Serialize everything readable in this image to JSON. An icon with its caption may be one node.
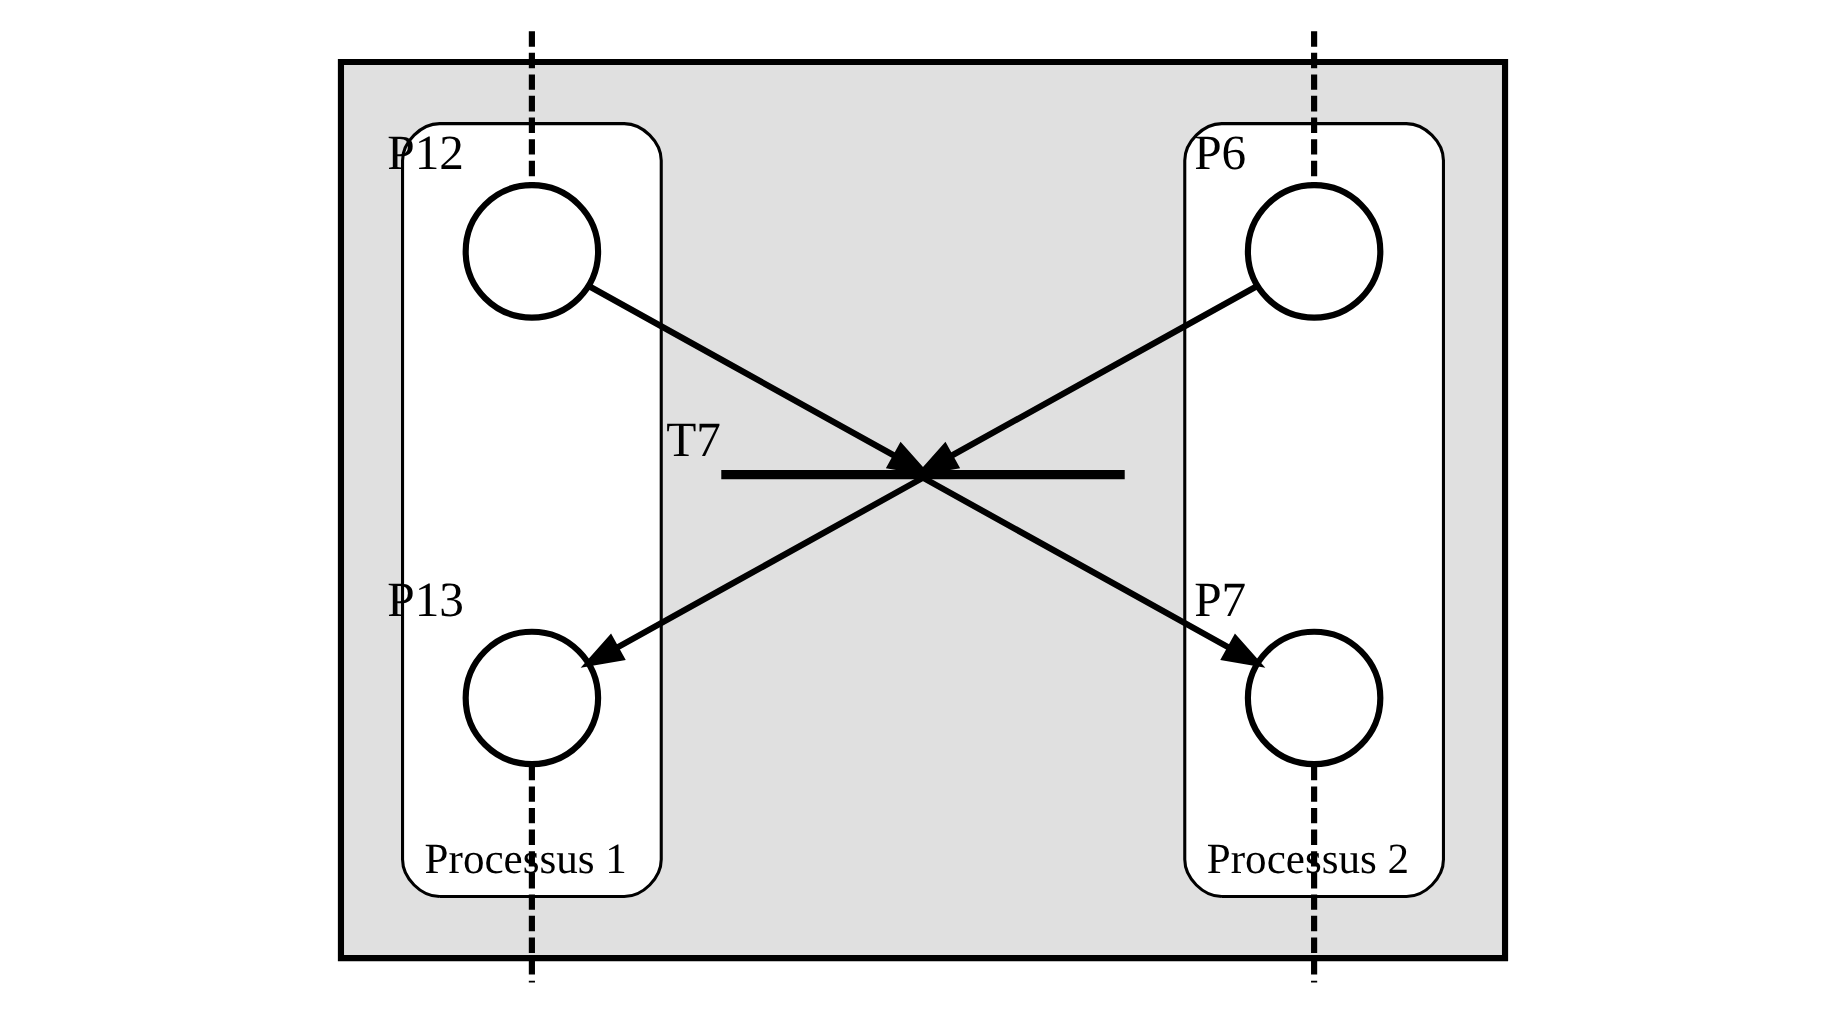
{
  "diagram": {
    "nodes": [
      {
        "text": [],
        "shape": "box"
      },
      {
        "text": [
          "Processus 1"
        ],
        "in": 0
      },
      {
        "text": [
          "Processus 2"
        ],
        "in": 0
      },
      {
        "text": [],
        "shape": "circle",
        "beside": [
          "P12"
        ],
        "in": 1
      },
      {
        "text": [],
        "shape": "circle",
        "beside": [
          "P13"
        ],
        "in": 1
      },
      {
        "text": [],
        "shape": "circle",
        "beside": [
          "P6"
        ],
        "in": 2
      },
      {
        "text": [],
        "shape": "circle",
        "beside": [
          "P7"
        ],
        "in": 2
      },
      {
        "text": [],
        "shape": "bar",
        "beside": [
          "T7"
        ],
        "in": 0
      }
    ],
    "edges": [
      {
        "from": null,
        "to": 3,
        "arrow": "none",
        "style": "dashed"
      },
      {
        "from": null,
        "to": 5,
        "arrow": "none",
        "style": "dashed"
      },
      {
        "from": 3,
        "to": 7,
        "arrow": "to"
      },
      {
        "from": 5,
        "to": 7,
        "arrow": "to"
      },
      {
        "from": 7,
        "to": 4,
        "arrow": "to"
      },
      {
        "from": 7,
        "to": 6,
        "arrow": "to"
      },
      {
        "from": 4,
        "to": null,
        "arrow": "none",
        "style": "dashed"
      },
      {
        "from": 6,
        "to": null,
        "arrow": "none",
        "style": "dashed"
      }
    ]
  }
}
